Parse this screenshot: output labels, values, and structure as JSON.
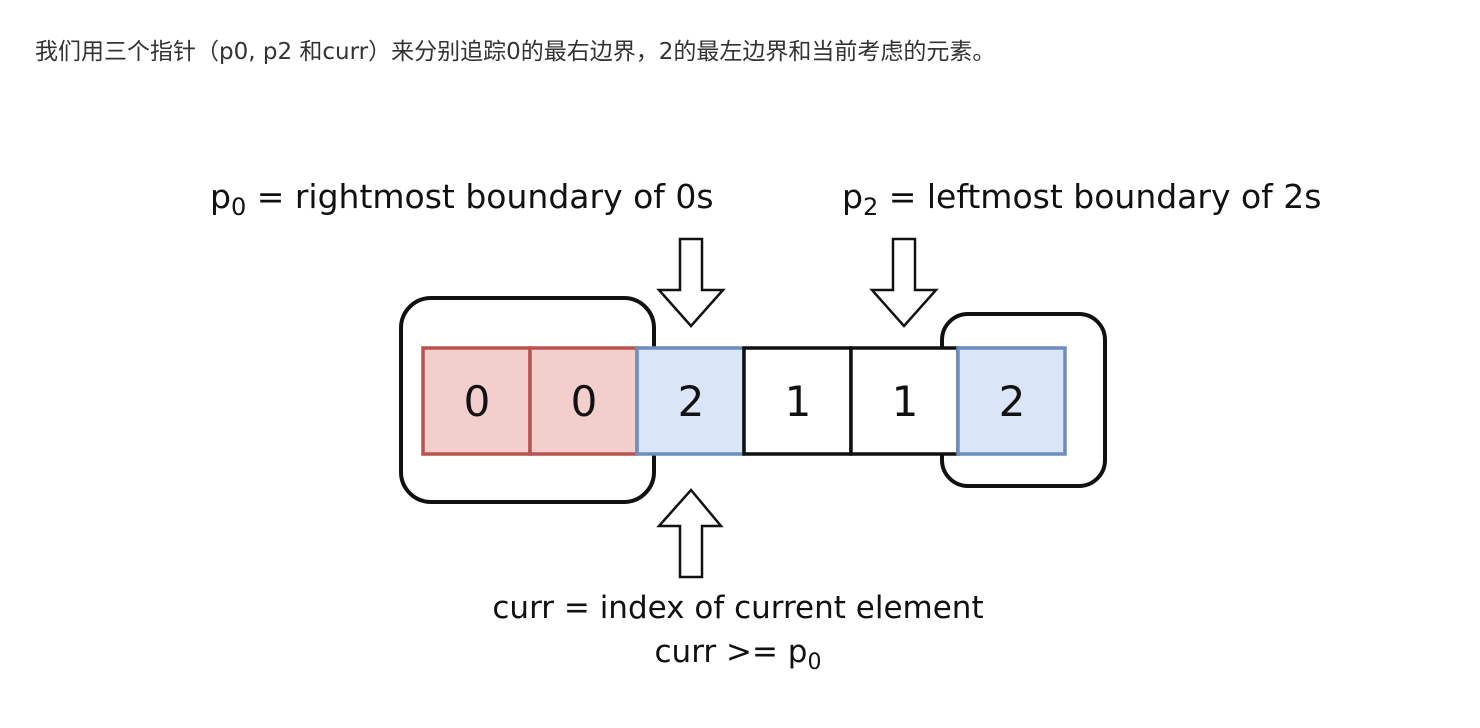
{
  "intro_text": "我们用三个指针（p0, p2 和curr）来分别追踪0的最右边界，2的最左边界和当前考虑的元素。",
  "labels": {
    "p0": {
      "base": "p",
      "sub": "0",
      "text": " = rightmost boundary of 0s"
    },
    "p2": {
      "base": "p",
      "sub": "2",
      "text": " = leftmost boundary of 2s"
    },
    "curr": {
      "line1": "curr = index of current element",
      "line2_prefix": "curr >= p",
      "line2_sub": "0"
    }
  },
  "array_cells": [
    {
      "value": "0",
      "style": "red"
    },
    {
      "value": "0",
      "style": "red"
    },
    {
      "value": "2",
      "style": "blue"
    },
    {
      "value": "1",
      "style": "plain"
    },
    {
      "value": "1",
      "style": "plain"
    },
    {
      "value": "2",
      "style": "blue"
    }
  ],
  "colors": {
    "red_fill": "#f2cfcc",
    "red_stroke": "#b85450",
    "blue_fill": "#dae5f7",
    "blue_stroke": "#6c8ebf",
    "plain_fill": "#ffffff",
    "ink": "#111111"
  }
}
